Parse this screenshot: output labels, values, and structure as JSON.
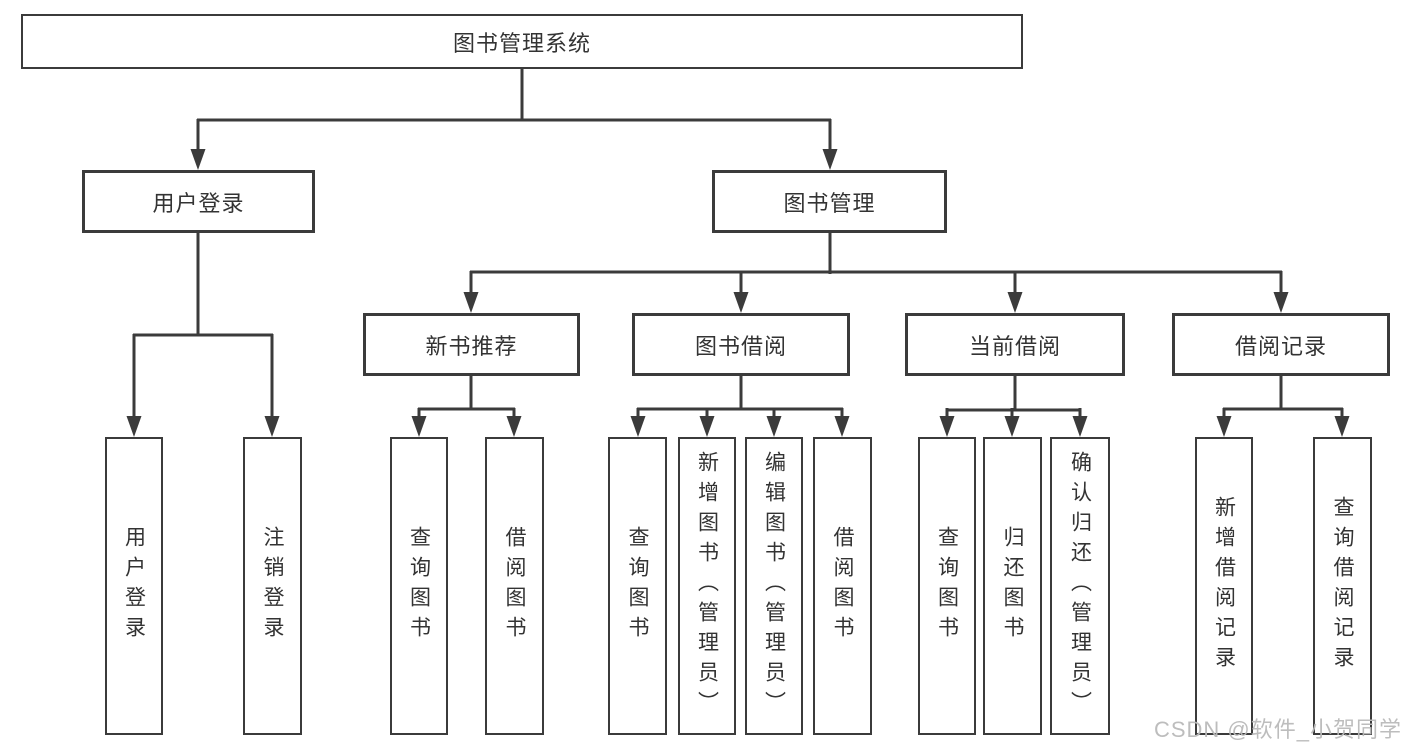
{
  "diagram": {
    "root": {
      "label": "图书管理系统"
    },
    "user_branch": {
      "label": "用户登录",
      "children": [
        {
          "label": "用户登录"
        },
        {
          "label": "注销登录"
        }
      ]
    },
    "book_branch": {
      "label": "图书管理",
      "groups": [
        {
          "label": "新书推荐",
          "children": [
            {
              "label": "查询图书"
            },
            {
              "label": "借阅图书"
            }
          ]
        },
        {
          "label": "图书借阅",
          "children": [
            {
              "label": "查询图书"
            },
            {
              "label": "新增图书（管理员）"
            },
            {
              "label": "编辑图书（管理员）"
            },
            {
              "label": "借阅图书"
            }
          ]
        },
        {
          "label": "当前借阅",
          "children": [
            {
              "label": "查询图书"
            },
            {
              "label": "归还图书"
            },
            {
              "label": "确认归还（管理员）"
            }
          ]
        },
        {
          "label": "借阅记录",
          "children": [
            {
              "label": "新增借阅记录"
            },
            {
              "label": "查询借阅记录"
            }
          ]
        }
      ]
    }
  },
  "watermark": {
    "text": "CSDN @软件_小贺同学"
  },
  "colors": {
    "line": "#3b3b3b",
    "text": "#333333",
    "background": "#ffffff",
    "watermark": "#b9b9b9"
  }
}
